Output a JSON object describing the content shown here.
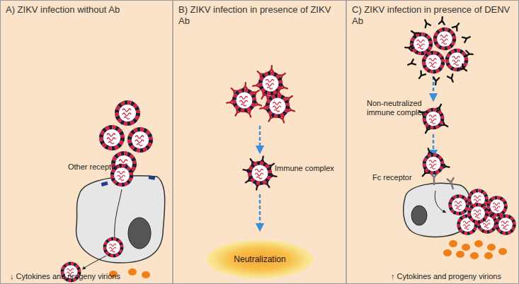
{
  "diagram": {
    "nodes": [
      {
        "text": [
          "A) ZIKV infection without Ab"
        ]
      },
      {
        "text": [
          "B) ZIKV infection in presence of ZIKV Ab"
        ]
      },
      {
        "text": [
          "C) ZIKV infection in presence of DENV Ab"
        ]
      },
      {
        "text": [
          "Neutralization"
        ],
        "in": 1
      }
    ],
    "labels": [
      "Other receptor",
      "↓ Cytokines and progeny virions",
      "Immune complex",
      "Non-neutralized immune complex",
      "Fc receptor",
      "↑ Cytokines and progeny virions"
    ]
  }
}
